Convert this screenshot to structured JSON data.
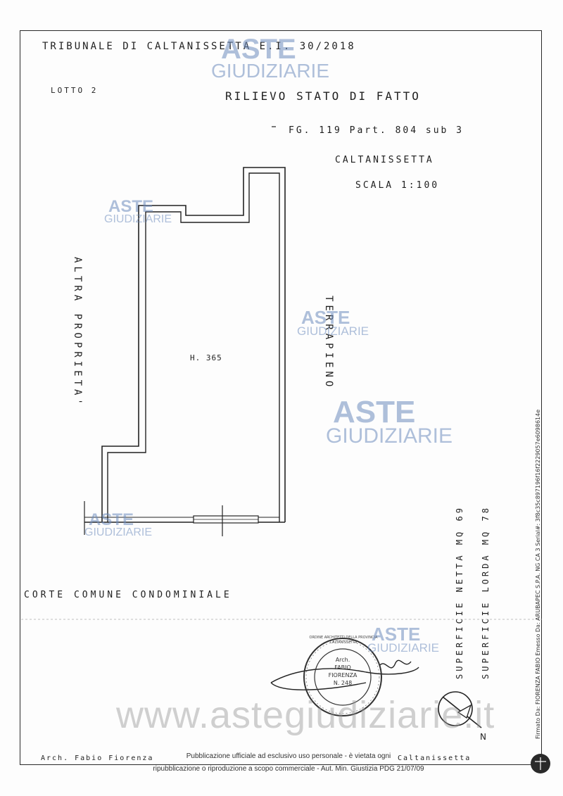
{
  "header": {
    "title": "TRIBUNALE DI CALTANISSETTA   E.I. 30/2018",
    "lot": "LOTTO 2",
    "survey": "RILIEVO STATO DI FATTO",
    "cadastral": "FG. 119 Part. 804 sub 3",
    "city": "CALTANISSETTA",
    "scale": "SCALA 1:100"
  },
  "plan": {
    "height_label": "H. 365",
    "left_label": "ALTRA PROPRIETA'",
    "right_label": "TERRAPIENO",
    "bottom_label": "CORTE COMUNE CONDOMINIALE"
  },
  "areas": {
    "net": "SUPERFICIE NETTA MQ 69",
    "gross": "SUPERFICIE LORDA MQ 78"
  },
  "stamp": {
    "ring_text": "ORDINE ARCHITETTI DELLA PROVINCIA CALTANISSETTA",
    "line1": "Arch.",
    "line2": "FABIO",
    "line3": "FIORENZA",
    "line4": "N. 248"
  },
  "footer": {
    "architect": "Arch. Fabio Fiorenza",
    "pub_line1": "Pubblicazione ufficiale ad esclusivo uso personale - è vietata ogni",
    "pub_line2": "ripubblicazione o riproduzione a scopo commerciale - Aut. Min. Giustizia PDG 21/07/09",
    "city_tail": "Caltanissetta"
  },
  "signature_note": "Firmato Da: FIORENZA FABIO Emesso Da: ARUBAPEC S.P.A. NG CA 3 Serial#: 3f8c35c897196f16f2229057e6098614e",
  "north_label": "N",
  "watermark": {
    "line1": "ASTE",
    "line2": "GIUDIZIARIE",
    "url": "www.astegiudiziarie.it"
  },
  "colors": {
    "ink": "#1f1f1f",
    "watermark": "#6e8cbe"
  }
}
